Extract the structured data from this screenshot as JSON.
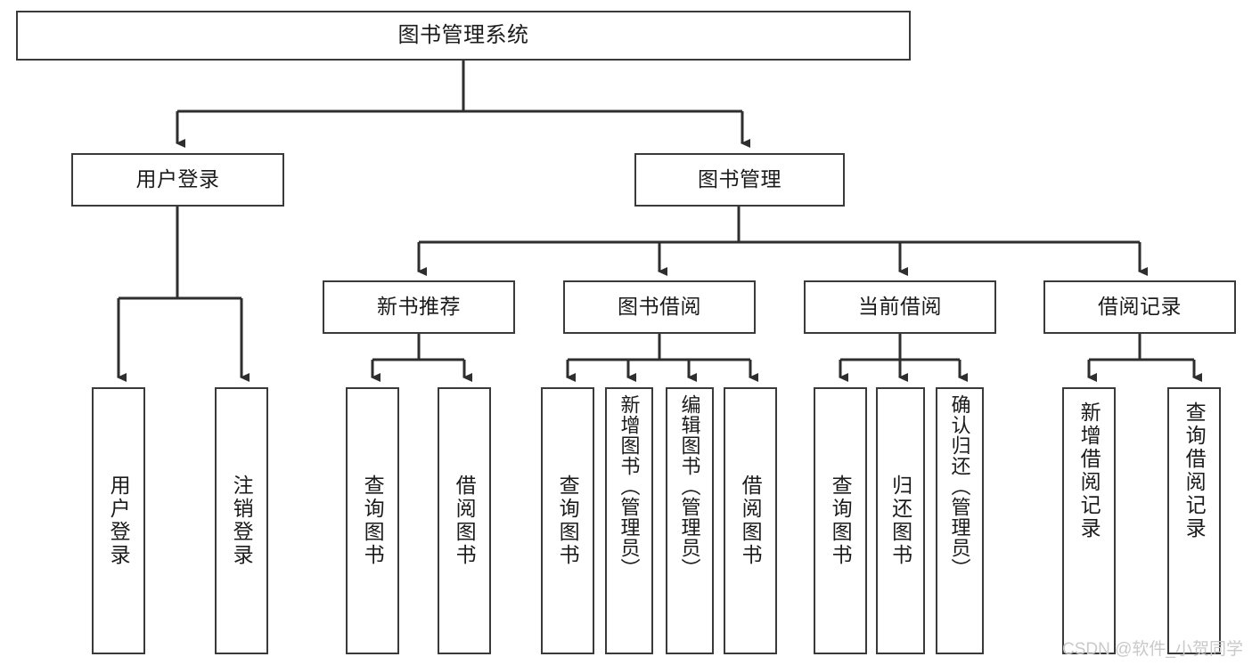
{
  "diagram": {
    "title": "图书管理系统",
    "type": "tree",
    "orientation": "top-down",
    "line_color": "#3a3a3a",
    "box_fill": "#ffffff",
    "text_color": "#1b1b1b"
  },
  "nodes": {
    "root": {
      "label": "图书管理系统",
      "level": 0
    },
    "level1": [
      {
        "id": "user-login",
        "label": "用户登录"
      },
      {
        "id": "book-manage",
        "label": "图书管理"
      }
    ],
    "level2": [
      {
        "id": "new-book-rec",
        "label": "新书推荐",
        "parent": "book-manage"
      },
      {
        "id": "book-borrow",
        "label": "图书借阅",
        "parent": "book-manage"
      },
      {
        "id": "current-borrow",
        "label": "当前借阅",
        "parent": "book-manage"
      },
      {
        "id": "borrow-record",
        "label": "借阅记录",
        "parent": "book-manage"
      }
    ],
    "leaves": [
      {
        "id": "leaf-user-login",
        "label": "用户登录",
        "parent": "user-login"
      },
      {
        "id": "leaf-logout",
        "label": "注销登录",
        "parent": "user-login"
      },
      {
        "id": "leaf-query-book-1",
        "label": "查询图书",
        "parent": "new-book-rec"
      },
      {
        "id": "leaf-borrow-book-1",
        "label": "借阅图书",
        "parent": "new-book-rec"
      },
      {
        "id": "leaf-query-book-2",
        "label": "查询图书",
        "parent": "book-borrow"
      },
      {
        "id": "leaf-add-book",
        "label": "新增图书（管理员）",
        "parent": "book-borrow"
      },
      {
        "id": "leaf-edit-book",
        "label": "编辑图书（管理员）",
        "parent": "book-borrow"
      },
      {
        "id": "leaf-borrow-book-2",
        "label": "借阅图书",
        "parent": "book-borrow"
      },
      {
        "id": "leaf-query-book-3",
        "label": "查询图书",
        "parent": "current-borrow"
      },
      {
        "id": "leaf-return-book",
        "label": "归还图书",
        "parent": "current-borrow"
      },
      {
        "id": "leaf-confirm-return",
        "label": "确认归还（管理员）",
        "parent": "current-borrow"
      },
      {
        "id": "leaf-add-record",
        "label": "新增借阅记录",
        "parent": "borrow-record"
      },
      {
        "id": "leaf-query-record",
        "label": "查询借阅记录",
        "parent": "borrow-record"
      }
    ]
  },
  "watermark": {
    "text": "CSDN @软件_小贺同学"
  }
}
